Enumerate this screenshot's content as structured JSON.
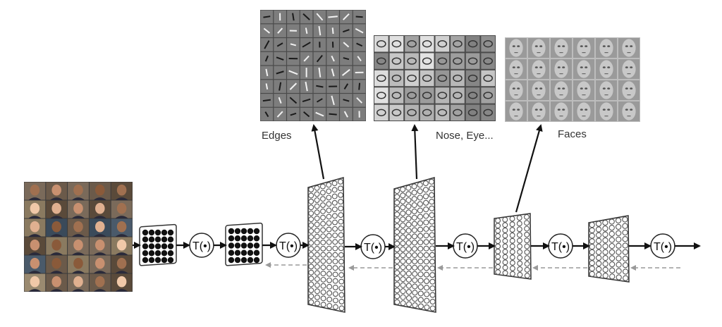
{
  "labels": {
    "edges": "Edges",
    "parts": "Nose, Eye...",
    "faces": "Faces"
  },
  "transform_label": "T(•)",
  "colors": {
    "arrow": "#111111",
    "backprop": "#9a9a9a",
    "layer_fill": "#ffffff",
    "layer_stroke": "#333333",
    "small_dot": "#111111",
    "neuron_ring": "#555555",
    "feature_bg": "#6e6e6e",
    "face_bg": "#cfcfcf"
  },
  "icons": {
    "input_image": "face-photo-grid",
    "edges_panel": "edge-filter-grid",
    "parts_panel": "face-part-grid",
    "faces_panel": "face-template-grid"
  }
}
